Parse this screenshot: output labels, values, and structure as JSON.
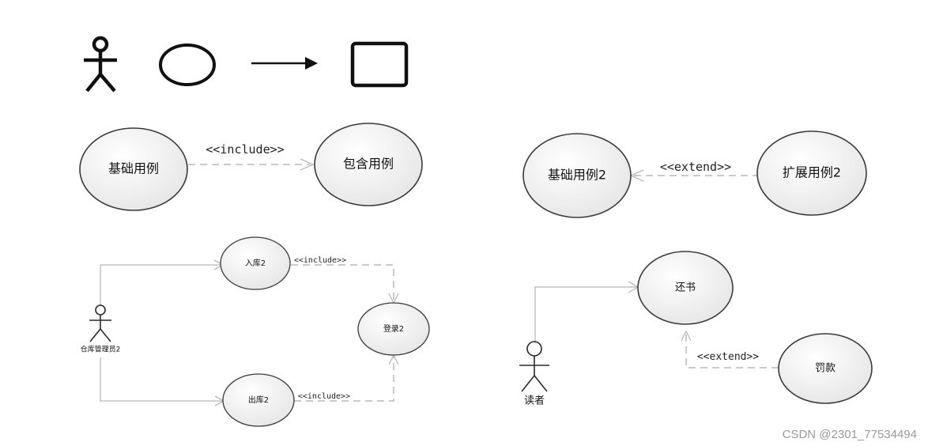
{
  "diagram": {
    "include_example": {
      "base": "基础用例",
      "included": "包含用例",
      "stereotype": "<<include>>"
    },
    "extend_example": {
      "base": "基础用例2",
      "extension": "扩展用例2",
      "stereotype": "<<extend>>"
    },
    "warehouse": {
      "actor": "仓库管理员2",
      "in": "入库2",
      "out": "出库2",
      "login": "登录2",
      "stereotype_top": "<<include>>",
      "stereotype_bottom": "<<include>>"
    },
    "library": {
      "actor": "读者",
      "return_book": "还书",
      "fine": "罚款",
      "stereotype": "<<extend>>"
    }
  },
  "watermark": "CSDN @2301_77534494"
}
